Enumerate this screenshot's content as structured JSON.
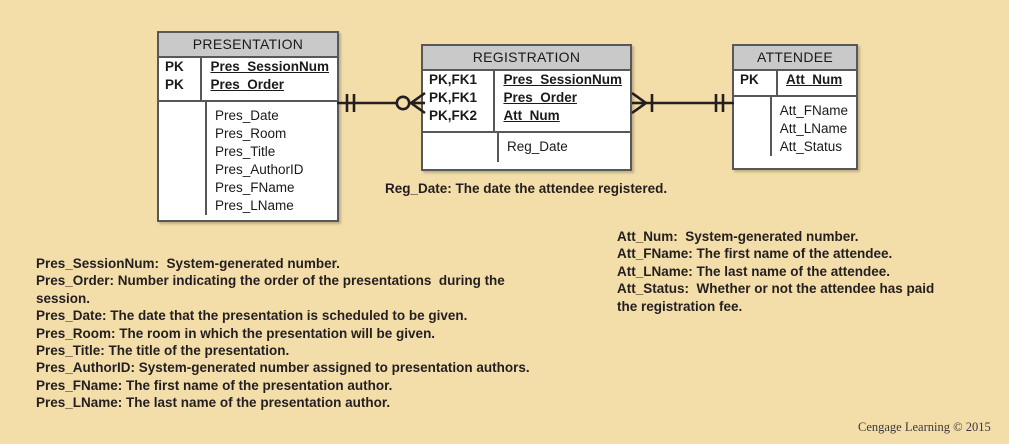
{
  "diagram": {
    "type": "erd-crows-foot",
    "background_color": "#f3dda9",
    "entity_header_color": "#c9c9c9",
    "line_color": "#231f20"
  },
  "entities": {
    "presentation": {
      "title": "PRESENTATION",
      "key_attributes": [
        {
          "key": "PK",
          "name": "Pres_SessionNum"
        },
        {
          "key": "PK",
          "name": "Pres_Order"
        }
      ],
      "attributes": [
        {
          "key": "",
          "name": "Pres_Date"
        },
        {
          "key": "",
          "name": "Pres_Room"
        },
        {
          "key": "",
          "name": "Pres_Title"
        },
        {
          "key": "",
          "name": "Pres_AuthorID"
        },
        {
          "key": "",
          "name": "Pres_FName"
        },
        {
          "key": "",
          "name": "Pres_LName"
        }
      ]
    },
    "registration": {
      "title": "REGISTRATION",
      "key_attributes": [
        {
          "key": "PK,FK1",
          "name": "Pres_SessionNum"
        },
        {
          "key": "PK,FK1",
          "name": "Pres_Order"
        },
        {
          "key": "PK,FK2",
          "name": "Att_Num"
        }
      ],
      "attributes": [
        {
          "key": "",
          "name": "Reg_Date"
        }
      ]
    },
    "attendee": {
      "title": "ATTENDEE",
      "key_attributes": [
        {
          "key": "PK",
          "name": "Att_Num"
        }
      ],
      "attributes": [
        {
          "key": "",
          "name": "Att_FName"
        },
        {
          "key": "",
          "name": "Att_LName"
        },
        {
          "key": "",
          "name": "Att_Status"
        }
      ]
    }
  },
  "relationships": [
    {
      "name": "presentation-to-registration",
      "from": "PRESENTATION",
      "to": "REGISTRATION",
      "from_cardinality": "one-and-only-one",
      "to_cardinality": "zero-or-many"
    },
    {
      "name": "registration-to-attendee",
      "from": "REGISTRATION",
      "to": "ATTENDEE",
      "from_cardinality": "one-or-many",
      "to_cardinality": "one-and-only-one"
    }
  ],
  "captions": {
    "reg_date": "Reg_Date: The date the attendee registered."
  },
  "definitions": {
    "presentation": [
      "Pres_SessionNum:  System-generated number.",
      "Pres_Order: Number indicating the order of the presentations  during the\nsession.",
      "Pres_Date: The date that the presentation is scheduled to be given.",
      "Pres_Room: The room in which the presentation will be given.",
      "Pres_Title: The title of the presentation.",
      "Pres_AuthorID: System-generated number assigned to presentation authors.",
      "Pres_FName: The first name of the presentation author.",
      "Pres_LName: The last name of the presentation author."
    ],
    "attendee": [
      "Att_Num:  System-generated number.",
      "Att_FName: The first name of the attendee.",
      "Att_LName: The last name of the attendee.",
      "Att_Status:  Whether or not the attendee has paid\nthe registration fee."
    ]
  },
  "footer": {
    "credit": "Cengage Learning © 2015"
  }
}
